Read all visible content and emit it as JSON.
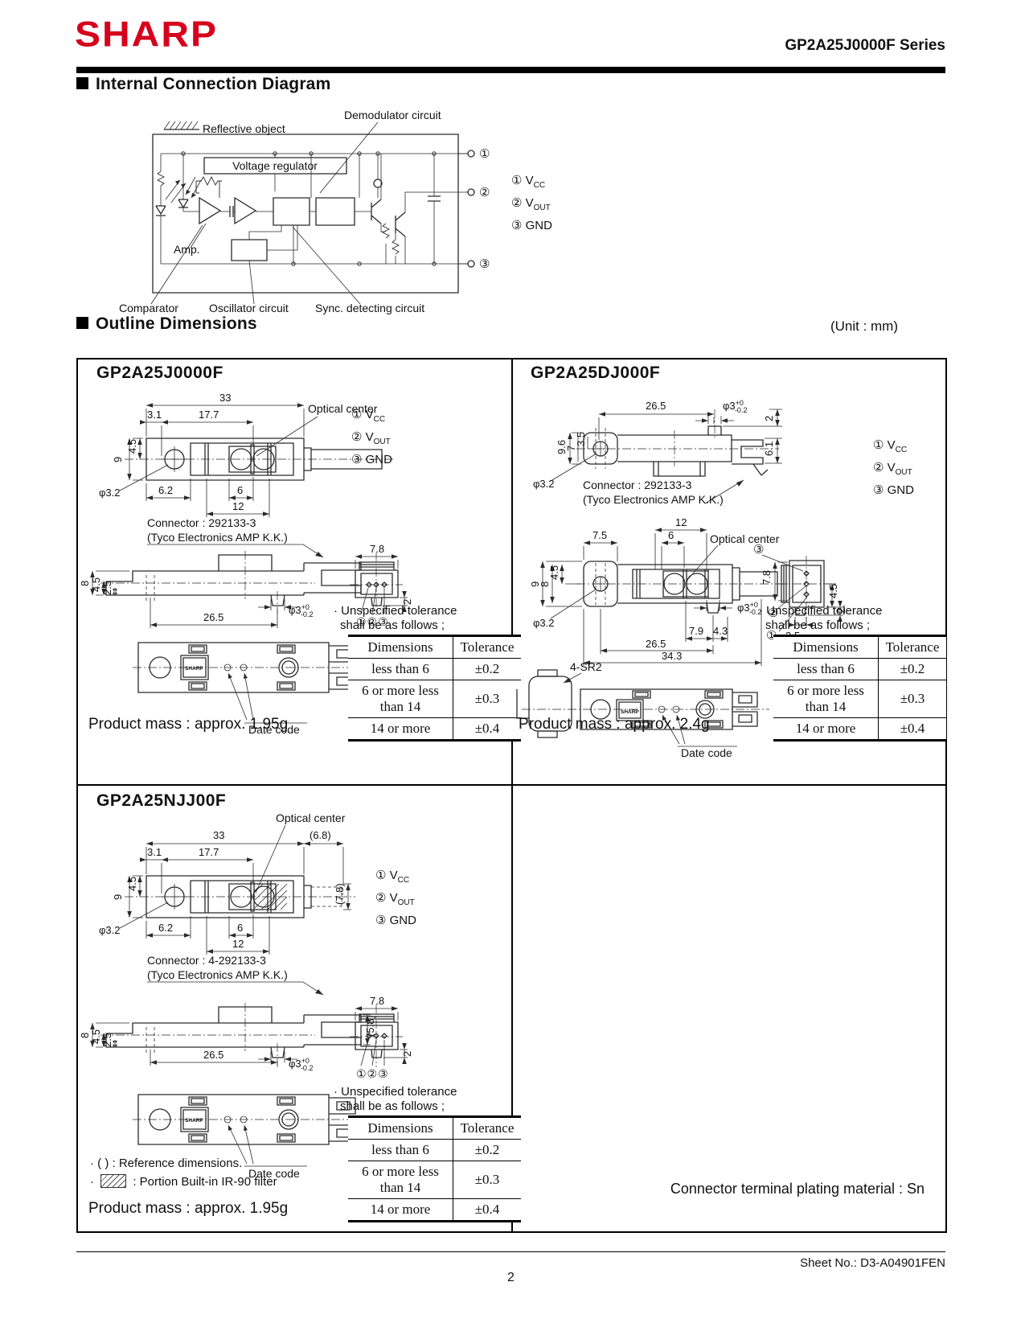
{
  "header": {
    "logo": "SHARP",
    "series": "GP2A25J0000F Series"
  },
  "sections": {
    "internal": "Internal Connection Diagram",
    "outline": "Outline Dimensions",
    "unit": "(Unit : mm)"
  },
  "pin_legend": [
    {
      "num": "①",
      "base": "V",
      "sub": "CC"
    },
    {
      "num": "②",
      "base": "V",
      "sub": "OUT"
    },
    {
      "num": "③",
      "base": "GND",
      "sub": ""
    }
  ],
  "circuit": {
    "reflective": "Reflective object",
    "demodulator": "Demodulator circuit",
    "voltage_regulator": "Voltage regulator",
    "amp": "Amp.",
    "comparator": "Comparator",
    "oscillator": "Oscillator circuit",
    "sync": "Sync. detecting circuit",
    "t1": "①",
    "t2": "②",
    "t3": "③"
  },
  "common": {
    "phi3_base": "φ3",
    "phi3_sup": "+0",
    "phi3_sub": "-0.2",
    "pins_row": "①②③",
    "c1": "①",
    "c2": "②",
    "c3": "③",
    "sharp_mark": "SHARP",
    "bullet": "·"
  },
  "tolerance": {
    "note1": "· Unspecified tolerance",
    "note2": "shall be as follows ;",
    "col_dim": "Dimensions",
    "col_tol": "Tolerance",
    "rows": [
      [
        "less than 6",
        "±0.2"
      ],
      [
        "6 or more less than 14",
        "±0.3"
      ],
      [
        "14 or more",
        "±0.4"
      ]
    ]
  },
  "model_a": {
    "title": "GP2A25J0000F",
    "optical": "Optical center",
    "conn1": "Connector : 292133-3",
    "conn2": "(Tyco Electronics AMP K.K.)",
    "datecode": "Date code",
    "mass": "Product mass : approx. 1.95g",
    "top": {
      "d33": "33",
      "d31": "3.1",
      "d177": "17.7",
      "d9": "9",
      "d45": "4.5",
      "dphi32": "φ3.2",
      "d62": "6.2",
      "d6": "6",
      "d12": "12"
    },
    "side": {
      "d8": "8",
      "d45": "4.5",
      "d25": "2.5",
      "d265": "26.5"
    },
    "end": {
      "d78": "7.8",
      "d2": "2"
    }
  },
  "model_b": {
    "title": "GP2A25DJ000F",
    "optical": "Optical center",
    "conn1": "Connector : 292133-3",
    "conn2": "(Tyco Electronics AMP K.K.)",
    "datecode": "Date code",
    "sr2": "4-SR2",
    "mass": "Product mass : approx. 2.4g",
    "side": {
      "d265": "26.5",
      "d2": "2",
      "d96": "9.6",
      "d7": "7",
      "d35": "3.5",
      "d61": "6.1",
      "dphi32": "φ3.2"
    },
    "top": {
      "d12": "12",
      "d75": "7.5",
      "d6": "6",
      "d9": "9",
      "d8": "8",
      "d45": "4.5",
      "dphi32": "φ3.2",
      "d79": "7.9",
      "d43": "4.3",
      "d265": "26.5",
      "d343": "34.3"
    },
    "end": {
      "d78": "7.8",
      "d35": "3.5",
      "d2": "2",
      "d45": "4.5"
    }
  },
  "model_c": {
    "title": "GP2A25NJJ00F",
    "optical": "Optical center",
    "conn1": "Connector : 4-292133-3",
    "conn2": "(Tyco Electronics AMP K.K.)",
    "datecode": "Date code",
    "mass": "Product mass : approx. 1.95g",
    "note_ref": "· (  ) : Reference dimensions.",
    "note_ir": ": Portion Built-in IR-90 filter",
    "top": {
      "d33": "33",
      "d68": "(6.8)",
      "d31": "3.1",
      "d177": "17.7",
      "d9": "9",
      "d45": "4.5",
      "d78": "(7.8)",
      "dphi32": "φ3.2",
      "d62": "6.2",
      "d6": "6",
      "d12": "12"
    },
    "side": {
      "d8": "8",
      "d45": "4.5",
      "d25": "2.5",
      "d265": "26.5",
      "d58": "(5.8)"
    },
    "end": {
      "d78": "7.8",
      "d2": "2"
    }
  },
  "plating": "Connector terminal plating material : Sn",
  "footer": {
    "sheet": "Sheet No.: D3-A04901FEN",
    "page": "2"
  }
}
